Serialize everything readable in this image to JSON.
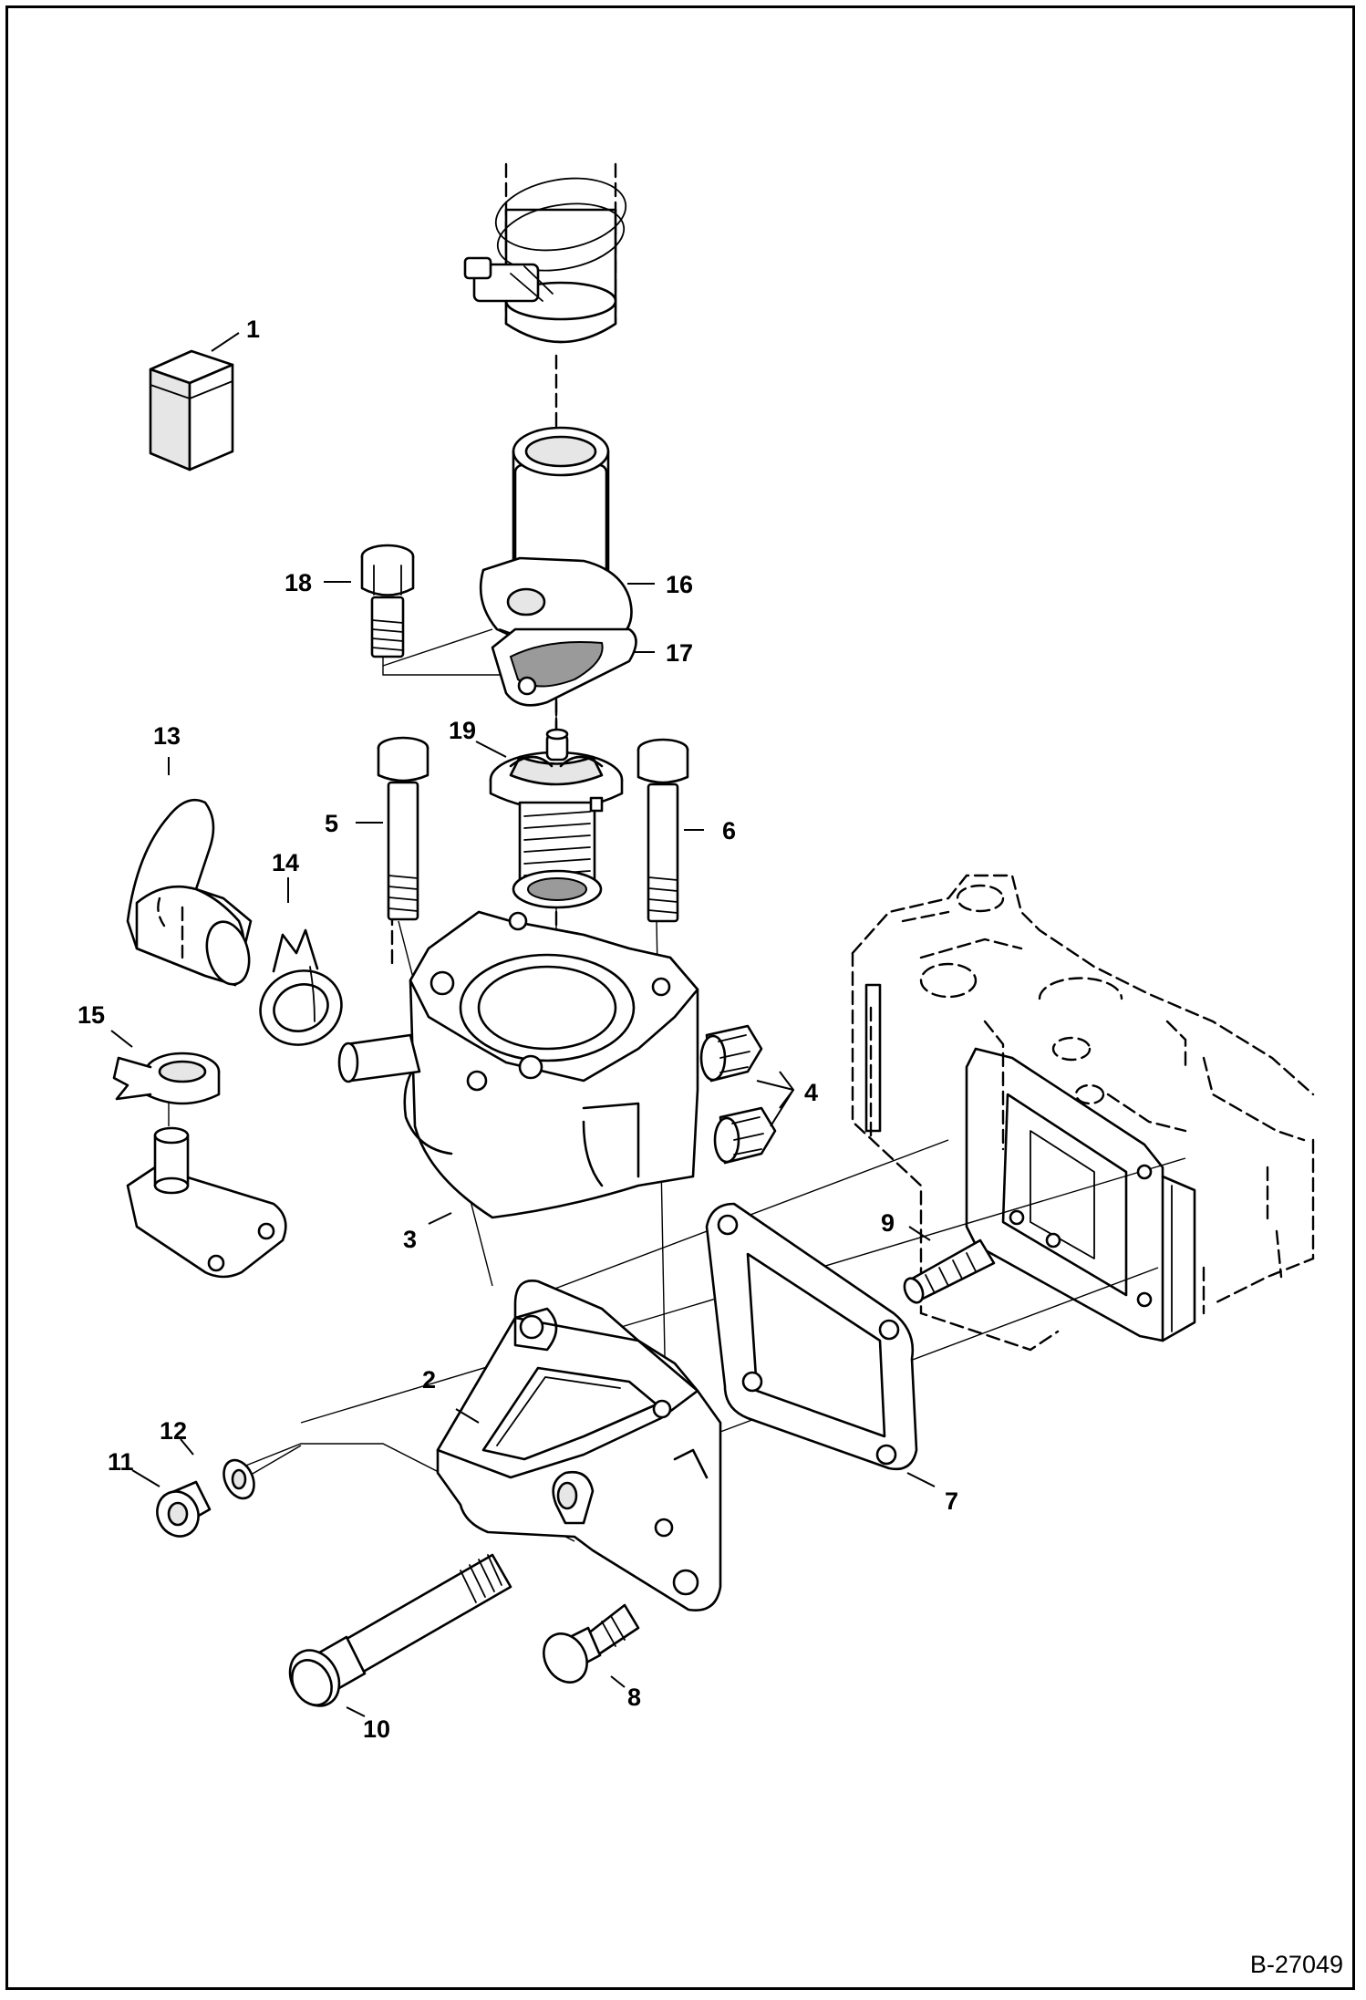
{
  "diagram": {
    "reference_code": "B-27049",
    "callouts": [
      {
        "id": "1",
        "label": "1"
      },
      {
        "id": "2",
        "label": "2"
      },
      {
        "id": "3",
        "label": "3"
      },
      {
        "id": "4",
        "label": "4"
      },
      {
        "id": "5",
        "label": "5"
      },
      {
        "id": "6",
        "label": "6"
      },
      {
        "id": "7",
        "label": "7"
      },
      {
        "id": "8",
        "label": "8"
      },
      {
        "id": "9",
        "label": "9"
      },
      {
        "id": "10",
        "label": "10"
      },
      {
        "id": "11",
        "label": "11"
      },
      {
        "id": "12",
        "label": "12"
      },
      {
        "id": "13",
        "label": "13"
      },
      {
        "id": "14",
        "label": "14"
      },
      {
        "id": "15",
        "label": "15"
      },
      {
        "id": "16",
        "label": "16"
      },
      {
        "id": "17",
        "label": "17"
      },
      {
        "id": "18",
        "label": "18"
      },
      {
        "id": "19",
        "label": "19"
      }
    ]
  }
}
